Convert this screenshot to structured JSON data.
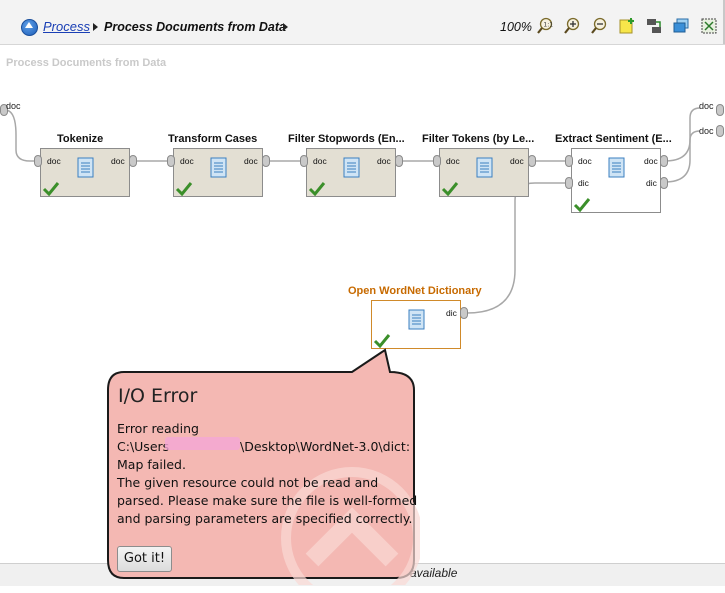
{
  "toolbar": {
    "breadcrumb_root": "Process",
    "breadcrumb_current": "Process Documents from Data",
    "zoom": "100%",
    "icons": [
      "zoom-fit-icon",
      "zoom-in-icon",
      "zoom-out-icon",
      "add-note-icon",
      "auto-wire-icon",
      "operator-stack-icon",
      "fit-window-icon"
    ]
  },
  "canvas": {
    "title": "Process Documents from Data",
    "input_port": "doc",
    "output_ports": [
      "doc",
      "doc"
    ]
  },
  "operators": [
    {
      "title": "Tokenize",
      "in": "doc",
      "out": "doc"
    },
    {
      "title": "Transform Cases",
      "in": "doc",
      "out": "doc"
    },
    {
      "title": "Filter Stopwords (En...",
      "in": "doc",
      "out": "doc"
    },
    {
      "title": "Filter Tokens (by Le...",
      "in": "doc",
      "out": "doc"
    },
    {
      "title": "Extract Sentiment (E...",
      "in": "doc",
      "out": "doc",
      "in2": "dic",
      "out2": "dic"
    },
    {
      "title": "Open WordNet Dictionary",
      "out": "dic"
    }
  ],
  "error": {
    "title": "I/O Error",
    "line1": "Error reading",
    "path_prefix": "C:\\Users",
    "path_suffix": "\\Desktop\\WordNet-3.0\\dict:",
    "line3": "Map failed.",
    "line4": "The given resource could not be read and",
    "line5": "parsed. Please make sure the file is well-formed",
    "line6": "and parsing parameters are specified correctly.",
    "button": "Got it!"
  },
  "status": {
    "text": "available"
  },
  "colors": {
    "bubble_fill": "#f4b8b3",
    "bubble_border": "#1a1a1a",
    "operator_fill": "#e3dfd3",
    "selected_border": "#d08a2a"
  }
}
